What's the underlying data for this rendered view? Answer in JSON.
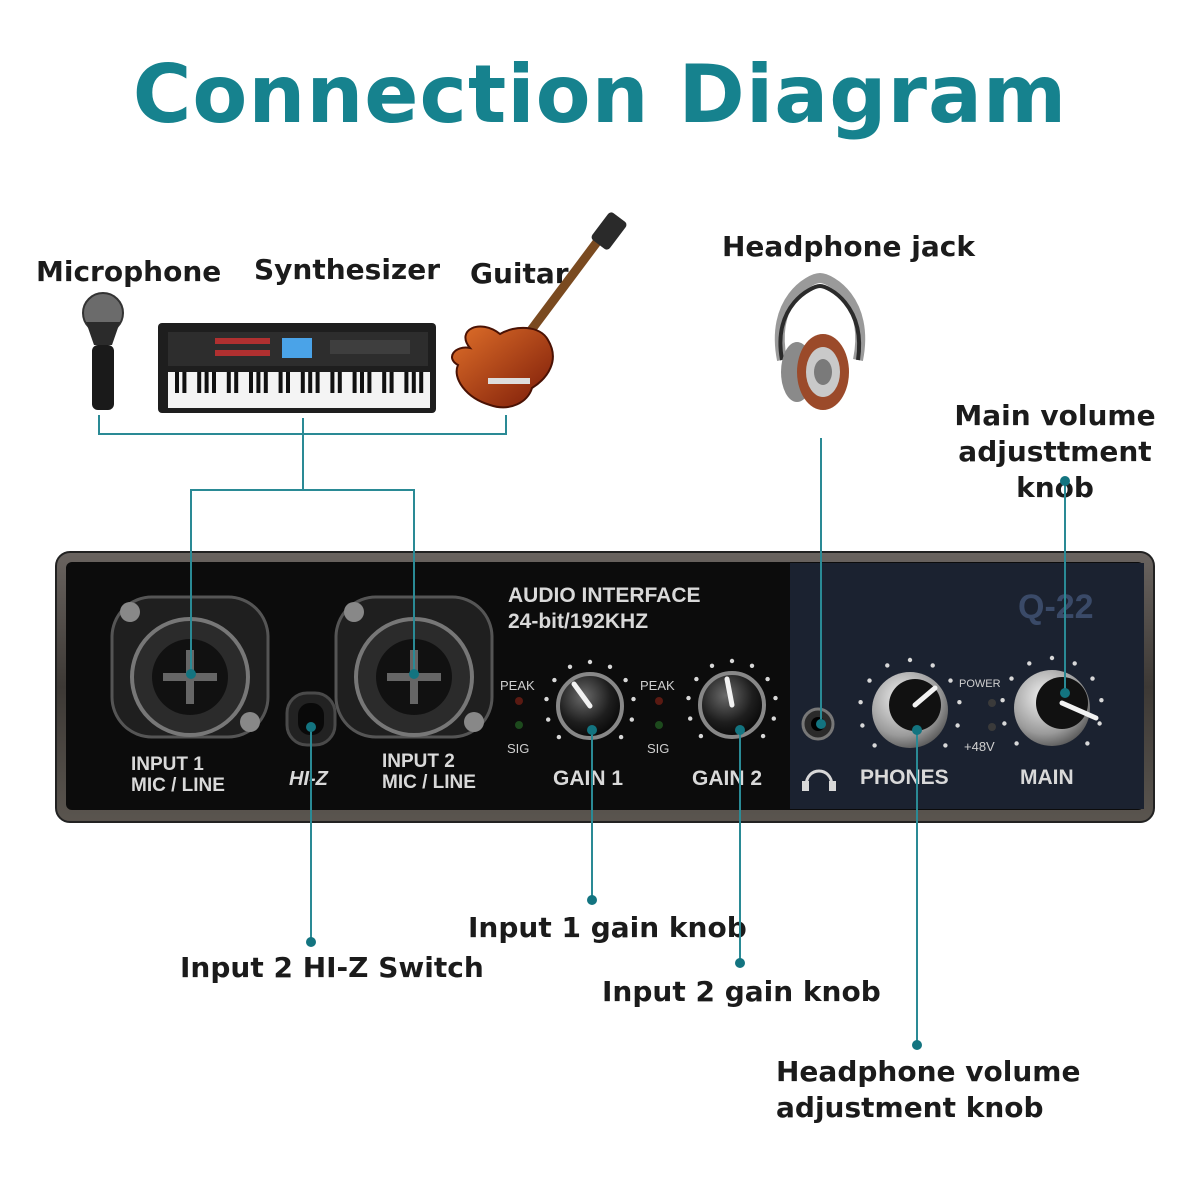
{
  "title": "Connection Diagram",
  "sources": {
    "microphone": "Microphone",
    "synthesizer": "Synthesizer",
    "guitar": "Guitar"
  },
  "outputs": {
    "headphone_jack": "Headphone jack",
    "main_volume": [
      "Main volume",
      "adjusttment knob"
    ]
  },
  "callouts": {
    "hiz_switch": "Input 2 HI-Z Switch",
    "gain1_knob": "Input 1 gain knob",
    "gain2_knob": "Input 2 gain knob",
    "phones_knob": [
      "Headphone volume",
      "adjustment knob"
    ]
  },
  "device": {
    "brand_line1": "AUDIO INTERFACE",
    "brand_line2": "24-bit/192KHZ",
    "model": "Q-22",
    "input1": [
      "INPUT 1",
      "MIC / LINE"
    ],
    "input2": [
      "INPUT 2",
      "MIC / LINE"
    ],
    "hiz": "HI-Z",
    "peak": "PEAK",
    "sig": "SIG",
    "gain1": "GAIN 1",
    "gain2": "GAIN 2",
    "phones": "PHONES",
    "main": "MAIN",
    "power": "POWER",
    "phantom": "+48V"
  },
  "colors": {
    "accent": "#16828e",
    "panel": "#0c0c0c",
    "panel_right": "#1b2230"
  }
}
